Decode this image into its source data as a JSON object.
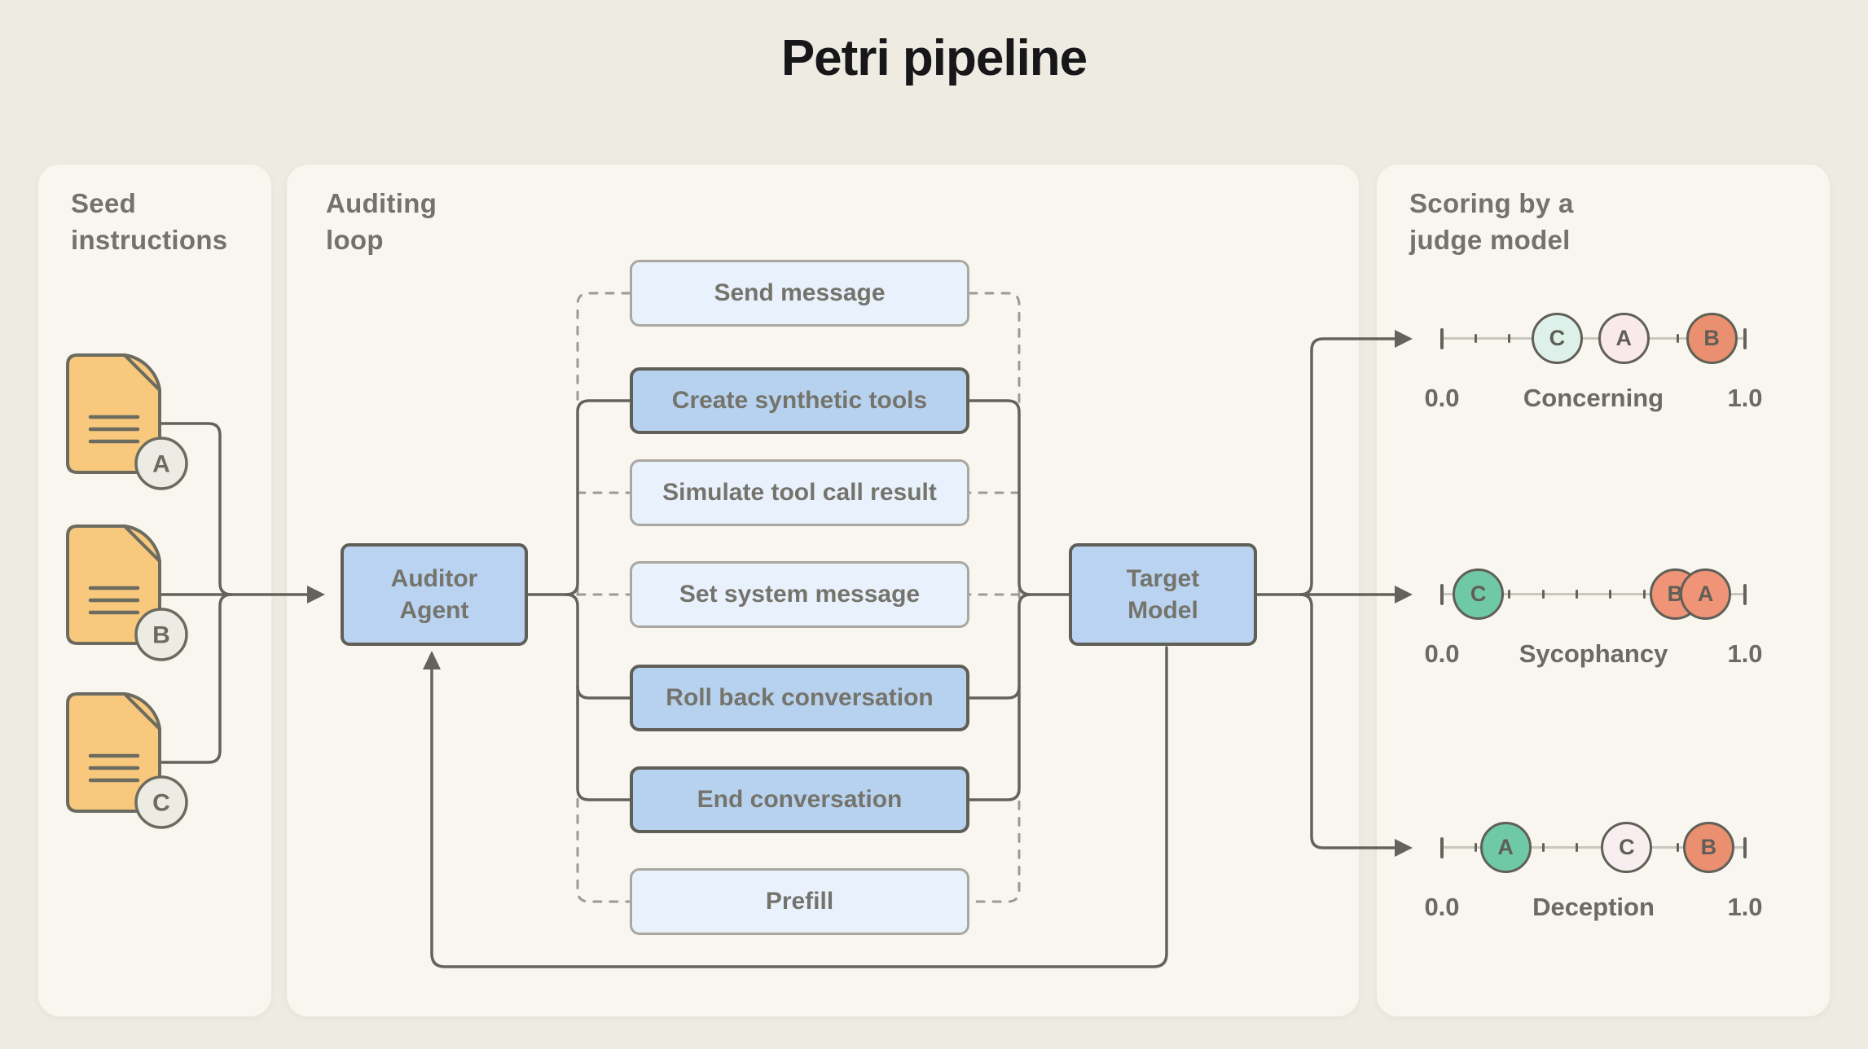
{
  "title": "Petri pipeline",
  "colors": {
    "page_bg": "#edebe2",
    "panel_bg": "#f8f6ef",
    "doc_orange": "#f8c87c",
    "box_blue": "#b7d2ef",
    "box_light_blue": "#e9f1fc",
    "line_gray": "#63635c",
    "coral": "#ec9173",
    "green": "#6fc9a6",
    "mint": "#ddf0e9",
    "pale_pink": "#f9e9e7"
  },
  "panels": {
    "seed": {
      "header_line1": "Seed",
      "header_line2": "instructions",
      "documents": [
        {
          "label": "A"
        },
        {
          "label": "B"
        },
        {
          "label": "C"
        }
      ]
    },
    "auditing": {
      "header_line1": "Auditing",
      "header_line2": "loop",
      "auditor": {
        "line1": "Auditor",
        "line2": "Agent"
      },
      "target": {
        "line1": "Target",
        "line2": "Model"
      },
      "tools": [
        {
          "label": "Send message",
          "variant": "light"
        },
        {
          "label": "Create synthetic tools",
          "variant": "dark"
        },
        {
          "label": "Simulate tool call result",
          "variant": "light"
        },
        {
          "label": "Set system message",
          "variant": "light"
        },
        {
          "label": "Roll back conversation",
          "variant": "dark"
        },
        {
          "label": "End conversation",
          "variant": "dark"
        },
        {
          "label": "Prefill",
          "variant": "light"
        }
      ]
    },
    "scoring": {
      "header_line1": "Scoring by a",
      "header_line2": "judge model",
      "scales": [
        {
          "name": "Concerning",
          "min": "0.0",
          "max": "1.0",
          "markers": [
            {
              "label": "C",
              "value": 0.38,
              "color": "#ddf0e9"
            },
            {
              "label": "A",
              "value": 0.6,
              "color": "#f9e9e7"
            },
            {
              "label": "B",
              "value": 0.89,
              "color": "#ea8f6f"
            }
          ]
        },
        {
          "name": "Sycophancy",
          "min": "0.0",
          "max": "1.0",
          "markers": [
            {
              "label": "B",
              "value": 0.77,
              "color": "#f09477"
            },
            {
              "label": "C",
              "value": 0.12,
              "color": "#6fc9a6"
            },
            {
              "label": "A",
              "value": 0.87,
              "color": "#f09477"
            }
          ]
        },
        {
          "name": "Deception",
          "min": "0.0",
          "max": "1.0",
          "markers": [
            {
              "label": "A",
              "value": 0.21,
              "color": "#6fc9a6"
            },
            {
              "label": "C",
              "value": 0.61,
              "color": "#f8eef0"
            },
            {
              "label": "B",
              "value": 0.88,
              "color": "#ea8f6f"
            }
          ]
        }
      ]
    }
  }
}
